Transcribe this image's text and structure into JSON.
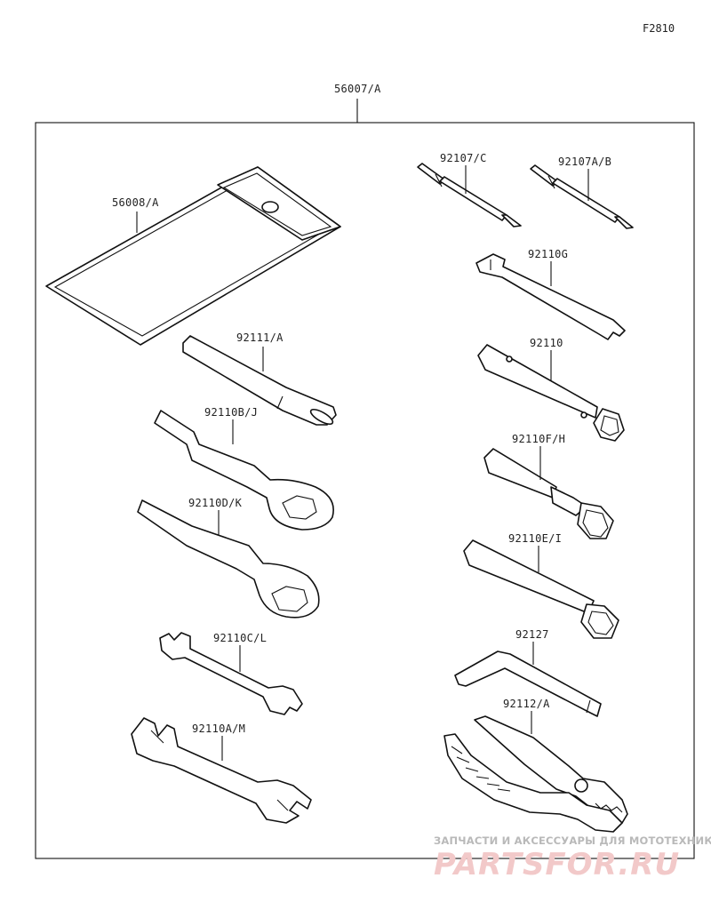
{
  "figure_code": "F2810",
  "kit_label": "56007/A",
  "parts": {
    "bag": "56008/A",
    "screwdriver_c": "92107/C",
    "screwdriver_ab": "92107A/B",
    "handle": "92111/A",
    "spanner_g": "92110G",
    "box_wrench_bj": "92110B/J",
    "plug_wrench": "92110",
    "box_wrench_dk": "92110D/K",
    "socket_fh": "92110F/H",
    "socket_ei": "92110E/I",
    "wrench_cl": "92110C/L",
    "hex_key": "92127",
    "wrench_am": "92110A/M",
    "pliers": "92112/A"
  },
  "watermark": {
    "line1": "ЗАПЧАСТИ И АКСЕССУАРЫ ДЛЯ МОТОТЕХНИКИ",
    "line2": "PARTSFOR.RU"
  }
}
